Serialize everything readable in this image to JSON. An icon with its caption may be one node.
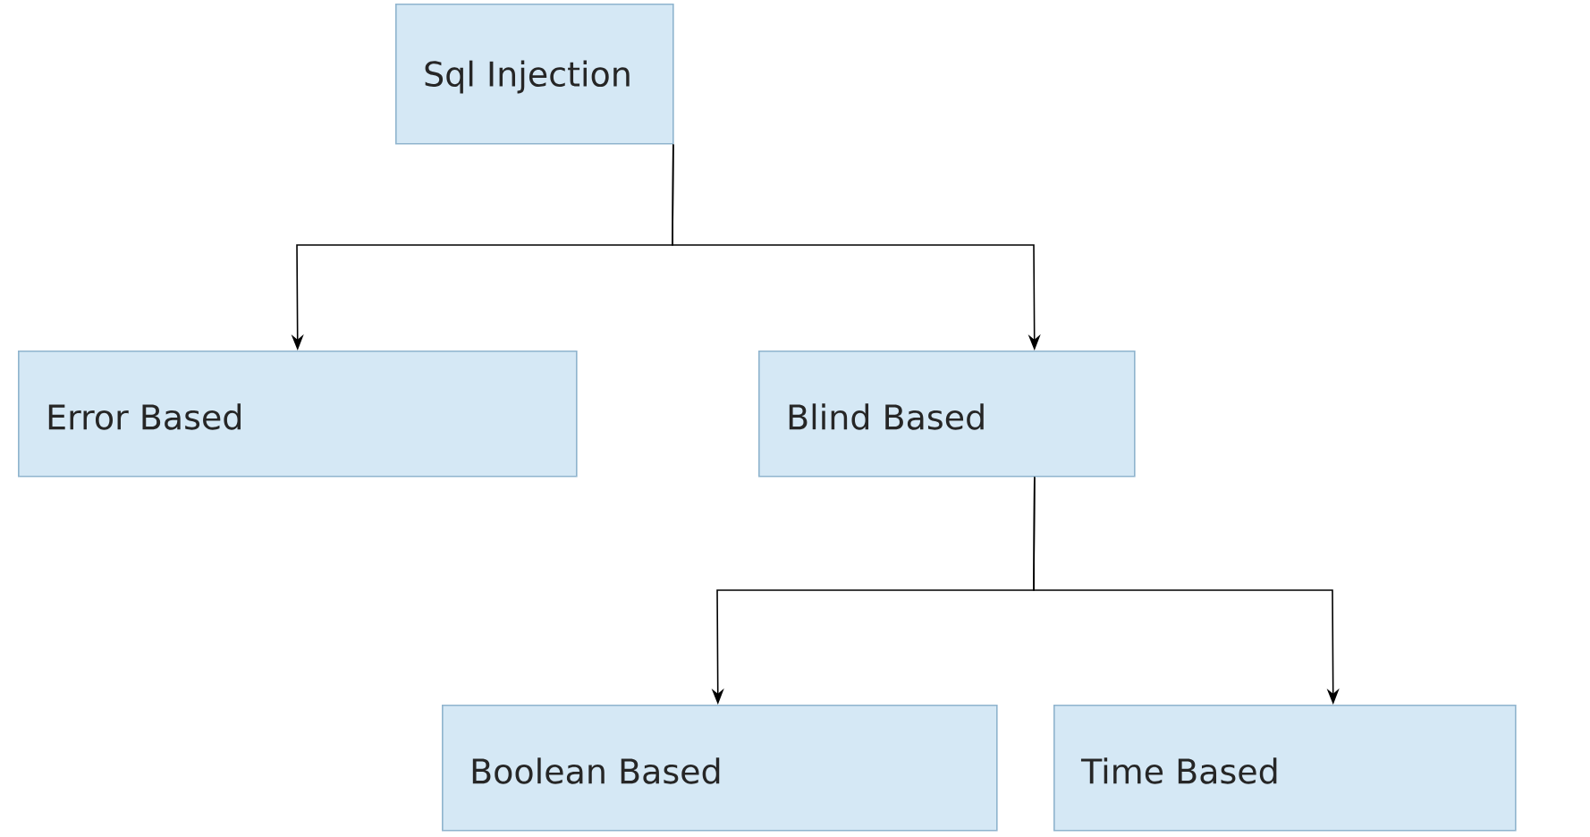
{
  "diagram": {
    "nodes": [
      {
        "text": [
          "Sql Injection"
        ]
      },
      {
        "text": [
          "Error Based"
        ]
      },
      {
        "text": [
          "Blind Based"
        ]
      },
      {
        "text": [
          "Boolean Based"
        ]
      },
      {
        "text": [
          "Time Based"
        ]
      }
    ],
    "edges": [
      {
        "from": 0,
        "to": 1,
        "arrow": "to"
      },
      {
        "from": 0,
        "to": 2,
        "arrow": "to"
      },
      {
        "from": 2,
        "to": 3,
        "arrow": "to"
      },
      {
        "from": 2,
        "to": 4,
        "arrow": "to"
      }
    ]
  }
}
